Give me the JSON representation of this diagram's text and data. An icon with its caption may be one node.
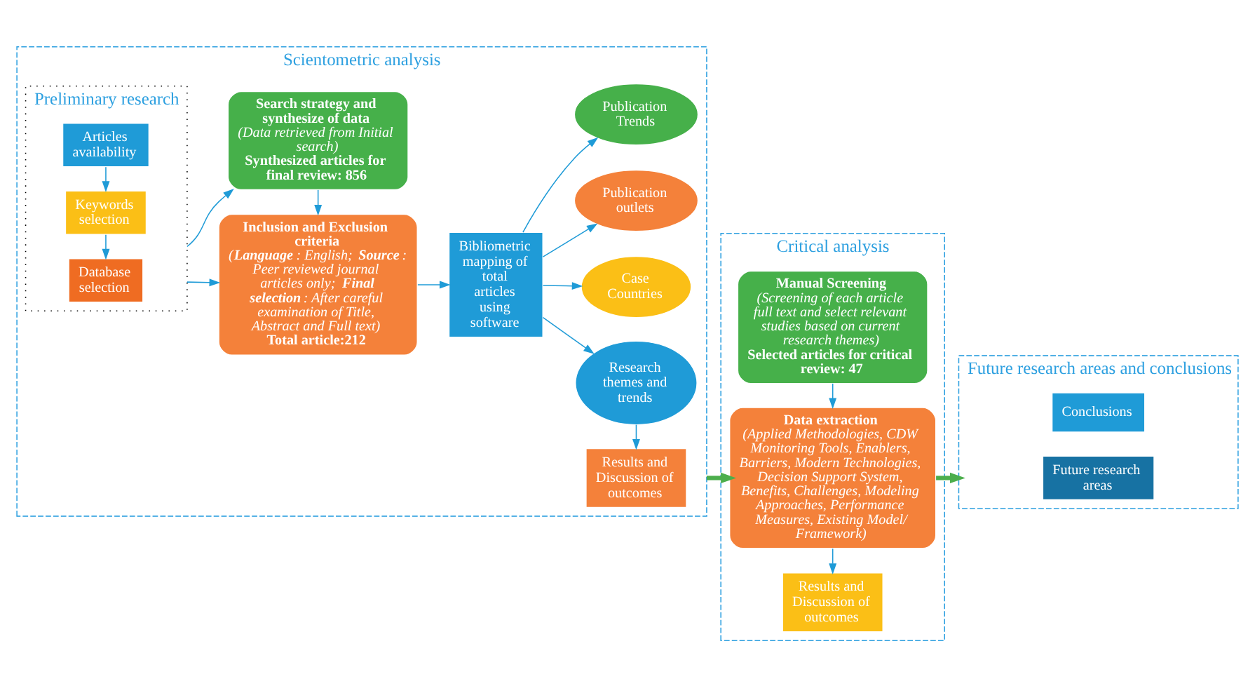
{
  "diagram": {
    "nodes": [
      {
        "text": [
          "Scientometric analysis"
        ]
      },
      {
        "text": [
          "Preliminary research"
        ],
        "in": 0
      },
      {
        "text": [
          "Articles availability"
        ],
        "in": 1
      },
      {
        "text": [
          "Keywords selection"
        ],
        "in": 1
      },
      {
        "text": [
          "Database selection"
        ],
        "in": 1
      },
      {
        "text": [
          "Search strategy and synthesize of data",
          "(Data retrieved from Initial search)",
          "Synthesized articles for final review: 856"
        ],
        "in": 0
      },
      {
        "text": [
          "Inclusion and Exclusion criteria",
          "(**Language**: English; **Source**: Peer reviewed journal articles only; **Final selection**: After careful examination of Title, Abstract and Full text)",
          "Total article:212"
        ],
        "in": 0
      },
      {
        "text": [
          "Bibliometric mapping of total articles using software"
        ],
        "in": 0
      },
      {
        "text": [
          "Publication Trends"
        ],
        "in": 0
      },
      {
        "text": [
          "Publication outlets"
        ],
        "in": 0
      },
      {
        "text": [
          "Case Countries"
        ],
        "in": 0
      },
      {
        "text": [
          "Research themes and trends"
        ],
        "in": 0
      },
      {
        "text": [
          "Results and Discussion of outcomes"
        ],
        "in": 0
      },
      {
        "text": [
          "Critical analysis"
        ]
      },
      {
        "text": [
          "Manual Screening",
          "(Screening of each article full text and select relevant studies based on current research themes)",
          "Selected articles for critical review: 47"
        ],
        "in": 13
      },
      {
        "text": [
          "Data extraction",
          "(Applied Methodologies, CDW Monitoring Tools, Enablers, Barriers, Modern Technologies, Decision Support System, Benefits, Challenges, Modeling Approaches, Performance Measures, Existing Model/ Framework)"
        ],
        "in": 13
      },
      {
        "text": [
          "Results and Discussion of outcomes"
        ],
        "in": 13
      },
      {
        "text": [
          "Future research areas and conclusions"
        ]
      },
      {
        "text": [
          "Future research areas"
        ],
        "in": 17
      },
      {
        "text": [
          "Conclusions"
        ],
        "in": 17
      }
    ],
    "edges": [
      {
        "from": 1,
        "to": 5,
        "arrow": "to"
      },
      {
        "from": 2,
        "to": 3,
        "arrow": "to"
      },
      {
        "from": 3,
        "to": 4,
        "arrow": "to"
      },
      {
        "from": 1,
        "to": 6,
        "arrow": "to"
      },
      {
        "from": 5,
        "to": 6,
        "arrow": "to"
      },
      {
        "from": 6,
        "to": 7,
        "arrow": "to"
      },
      {
        "from": 7,
        "to": 8,
        "arrow": "to"
      },
      {
        "from": 7,
        "to": 9,
        "arrow": "to"
      },
      {
        "from": 7,
        "to": 10,
        "arrow": "to"
      },
      {
        "from": 7,
        "to": 11,
        "arrow": "to"
      },
      {
        "from": 11,
        "to": 12,
        "arrow": "to"
      },
      {
        "from": 0,
        "to": 15,
        "arrow": "to",
        "style": "thick",
        "color": "#4cae4c"
      },
      {
        "from": 14,
        "to": 15,
        "arrow": "to"
      },
      {
        "from": 15,
        "to": 16,
        "arrow": "to"
      },
      {
        "from": 15,
        "to": 17,
        "arrow": "to",
        "style": "thick",
        "color": "#4cae4c"
      }
    ]
  }
}
